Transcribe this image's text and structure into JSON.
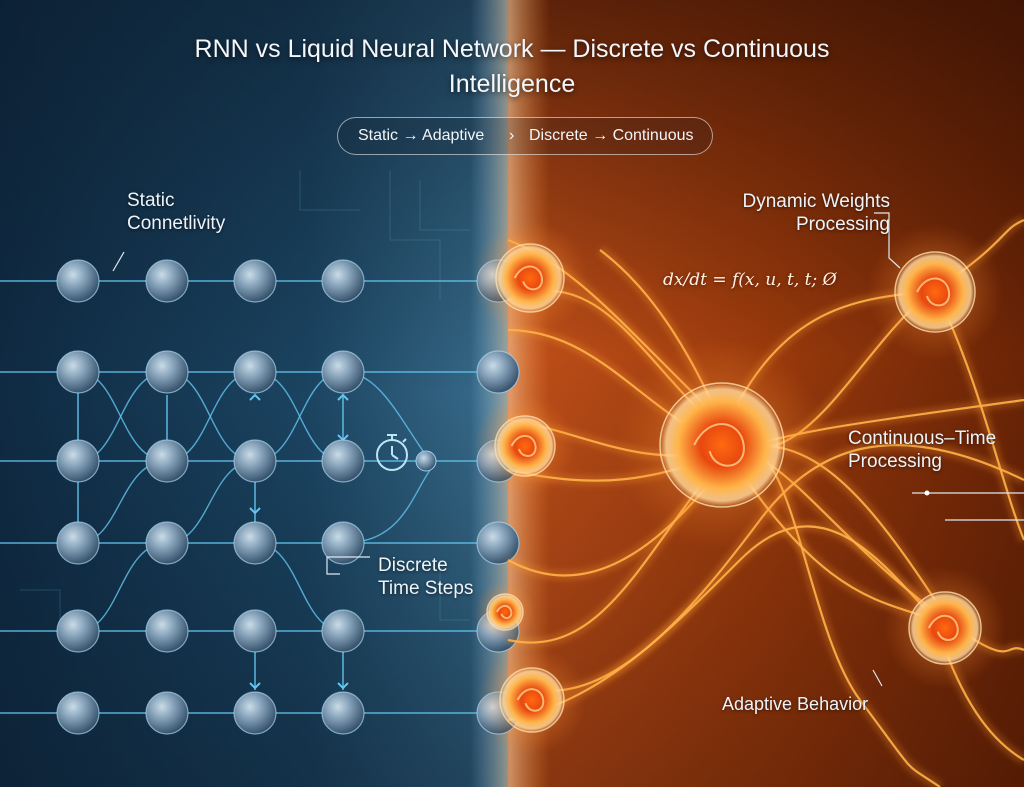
{
  "title": "RNN vs Liquid Neural Network — Discrete vs Continuous\nIntelligence",
  "pill": {
    "left": "Static → Adaptive",
    "separator": "›",
    "right": "Discrete → Continuous"
  },
  "left_labels": {
    "static_connectivity": "Static\nConnetlivity",
    "discrete_time_steps": "Discrete\nTime Steps"
  },
  "right_labels": {
    "dynamic_weights": "Dynamic Weights\nProcessing",
    "continuous_time": "Continuous–Time\nProcessing",
    "adaptive_behavior": "Adaptive Behavior"
  },
  "equation": "dx/dt = f(x, u, t, t; Ø",
  "icons": {
    "stopwatch": "stopwatch-icon"
  },
  "colors": {
    "rnn_background": "#12304a",
    "rnn_line": "#63c6f0",
    "rnn_node": "#6f8ea8",
    "liquid_background": "#a8400c",
    "liquid_glow": "#ffb347",
    "liquid_core": "#e8480f"
  }
}
